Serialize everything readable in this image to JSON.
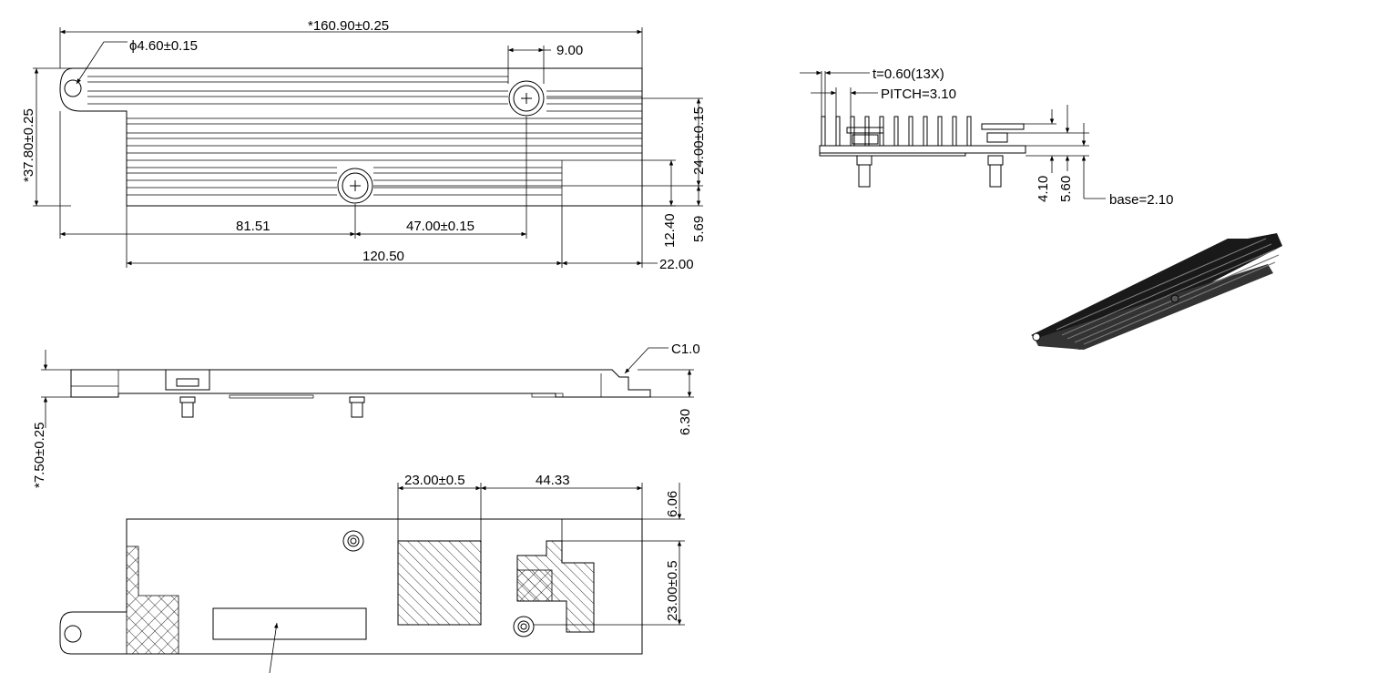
{
  "top_view": {
    "overall_length": "*160.90±0.25",
    "hole_diameter": "ϕ4.60±0.15",
    "screw_offset": "9.00",
    "overall_height": "*37.80±0.25",
    "right_height": "24.00±0.15",
    "dim_81": "81.51",
    "dim_47": "47.00±0.15",
    "dim_120": "120.50",
    "dim_22": "22.00",
    "dim_12": "12.40",
    "dim_5_69": "5.69"
  },
  "end_view": {
    "fin_thickness": "t=0.60(13X)",
    "pitch": "PITCH=3.10",
    "dim_4_10": "4.10",
    "dim_5_60": "5.60",
    "base": "base=2.10"
  },
  "side_view": {
    "chamfer": "C1.0",
    "dim_6_30": "6.30",
    "overall_thickness": "*7.50±0.25"
  },
  "bottom_view": {
    "pad_width": "23.00±0.5",
    "pad_offset": "44.33",
    "dim_6_06": "6.06",
    "pad_height": "23.00±0.5"
  }
}
